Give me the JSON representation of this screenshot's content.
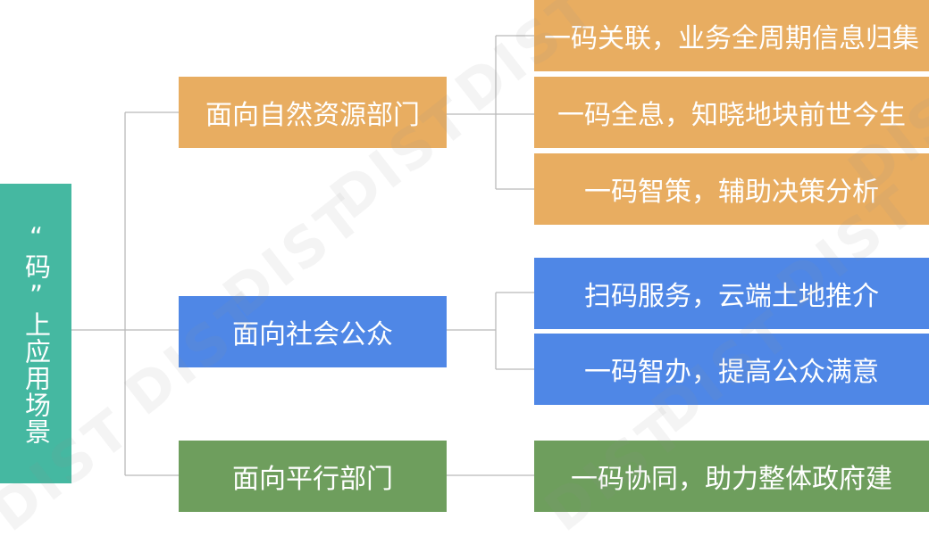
{
  "diagram": {
    "root": {
      "label": "“码”上应用场景"
    },
    "branches": [
      {
        "label": "面向自然资源部门",
        "color": "#e8ad61",
        "leaves": [
          "一码关联，业务全周期信息归集",
          "一码全息，知晓地块前世今生",
          "一码智策，辅助决策分析"
        ]
      },
      {
        "label": "面向社会公众",
        "color": "#4f87e6",
        "leaves": [
          "扫码服务，云端土地推介",
          "一码智办，提高公众满意"
        ]
      },
      {
        "label": "面向平行部门",
        "color": "#6e9e5d",
        "leaves": [
          "一码协同，助力整体政府建"
        ]
      }
    ],
    "connector_color": "#b9b9b9",
    "root_color": "#45b8a1"
  },
  "watermark": {
    "text": "DIST"
  }
}
